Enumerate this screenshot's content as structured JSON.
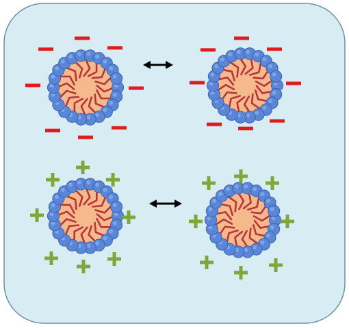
{
  "colors": {
    "panel_fill": "#d8ecf4",
    "panel_stroke": "#6f8fa3",
    "shell": "#5a86d8",
    "shell_edge": "#3d62ad",
    "core": "#f5b98c",
    "tails": "#b8353b",
    "negative": "#e01b1b",
    "positive": "#7fa63a",
    "arrow": "#000000"
  },
  "icons": {
    "negative_charge": "minus-sign",
    "positive_charge": "plus-sign",
    "equilibrium_arrow": "double-headed-arrow"
  },
  "groups": [
    {
      "charge": "negative",
      "micelles": 2
    },
    {
      "charge": "positive",
      "micelles": 2
    }
  ]
}
